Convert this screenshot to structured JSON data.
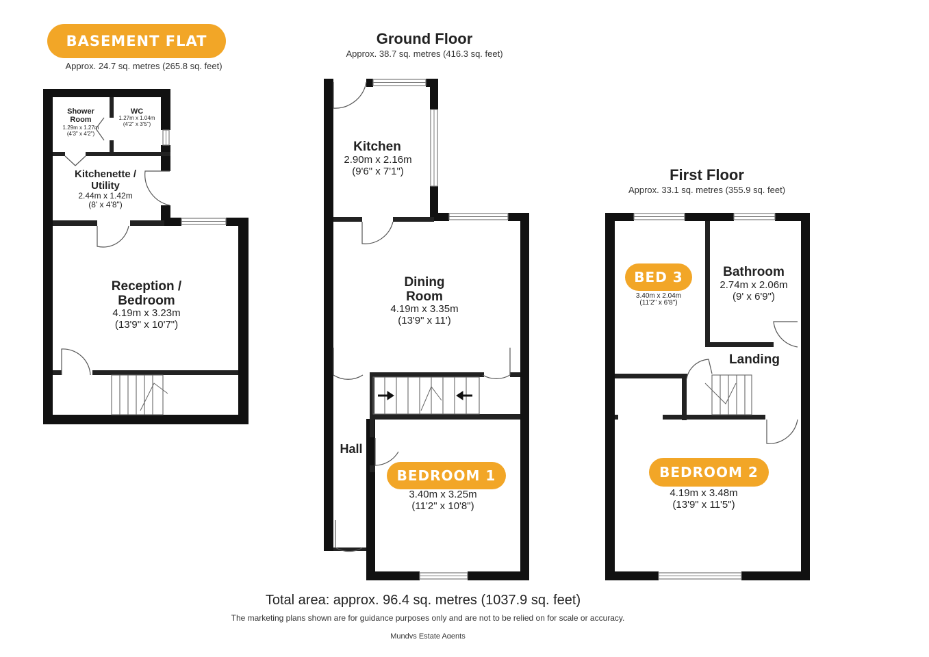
{
  "basement": {
    "badge": "BASEMENT FLAT",
    "area": "Approx. 24.7 sq. metres (265.8 sq. feet)",
    "shower_name": "Shower\nRoom",
    "shower_dim": "1.29m x 1.27m\n(4'3\" x 4'2\")",
    "wc_name": "WC",
    "wc_dim": "1.27m x 1.04m\n(4'2\" x 3'5\")",
    "kitchenette_name": "Kitchenette /\nUtility",
    "kitchenette_dim": "2.44m x 1.42m\n(8' x 4'8\")",
    "reception_name": "Reception /\nBedroom",
    "reception_dim": "4.19m x 3.23m\n(13'9\" x 10'7\")"
  },
  "ground": {
    "title": "Ground Floor",
    "area": "Approx. 38.7 sq. metres (416.3 sq. feet)",
    "kitchen_name": "Kitchen",
    "kitchen_dim": "2.90m x 2.16m\n(9'6\" x 7'1\")",
    "dining_name": "Dining\nRoom",
    "dining_dim": "4.19m x 3.35m\n(13'9\" x 11')",
    "hall_name": "Hall",
    "bedroom1_badge": "BEDROOM 1",
    "bedroom1_dim": "3.40m x 3.25m\n(11'2\" x 10'8\")"
  },
  "first": {
    "title": "First Floor",
    "area": "Approx. 33.1 sq. metres (355.9 sq. feet)",
    "bed3_badge": "BED 3",
    "bed3_dim": "3.40m x 2.04m\n(11'2\" x 6'8\")",
    "bathroom_name": "Bathroom",
    "bathroom_dim": "2.74m x 2.06m\n(9' x 6'9\")",
    "landing_name": "Landing",
    "bedroom2_badge": "BEDROOM 2",
    "bedroom2_dim": "4.19m x 3.48m\n(13'9\" x 11'5\")"
  },
  "footer": {
    "total": "Total area: approx. 96.4 sq. metres (1037.9 sq. feet)",
    "disclaimer": "The marketing plans shown are for guidance purposes only and are not to be relied on for scale or accuracy.",
    "agent": "Mundys Estate Agents"
  },
  "colors": {
    "badge": "#f2a627",
    "wall": "#111111"
  }
}
